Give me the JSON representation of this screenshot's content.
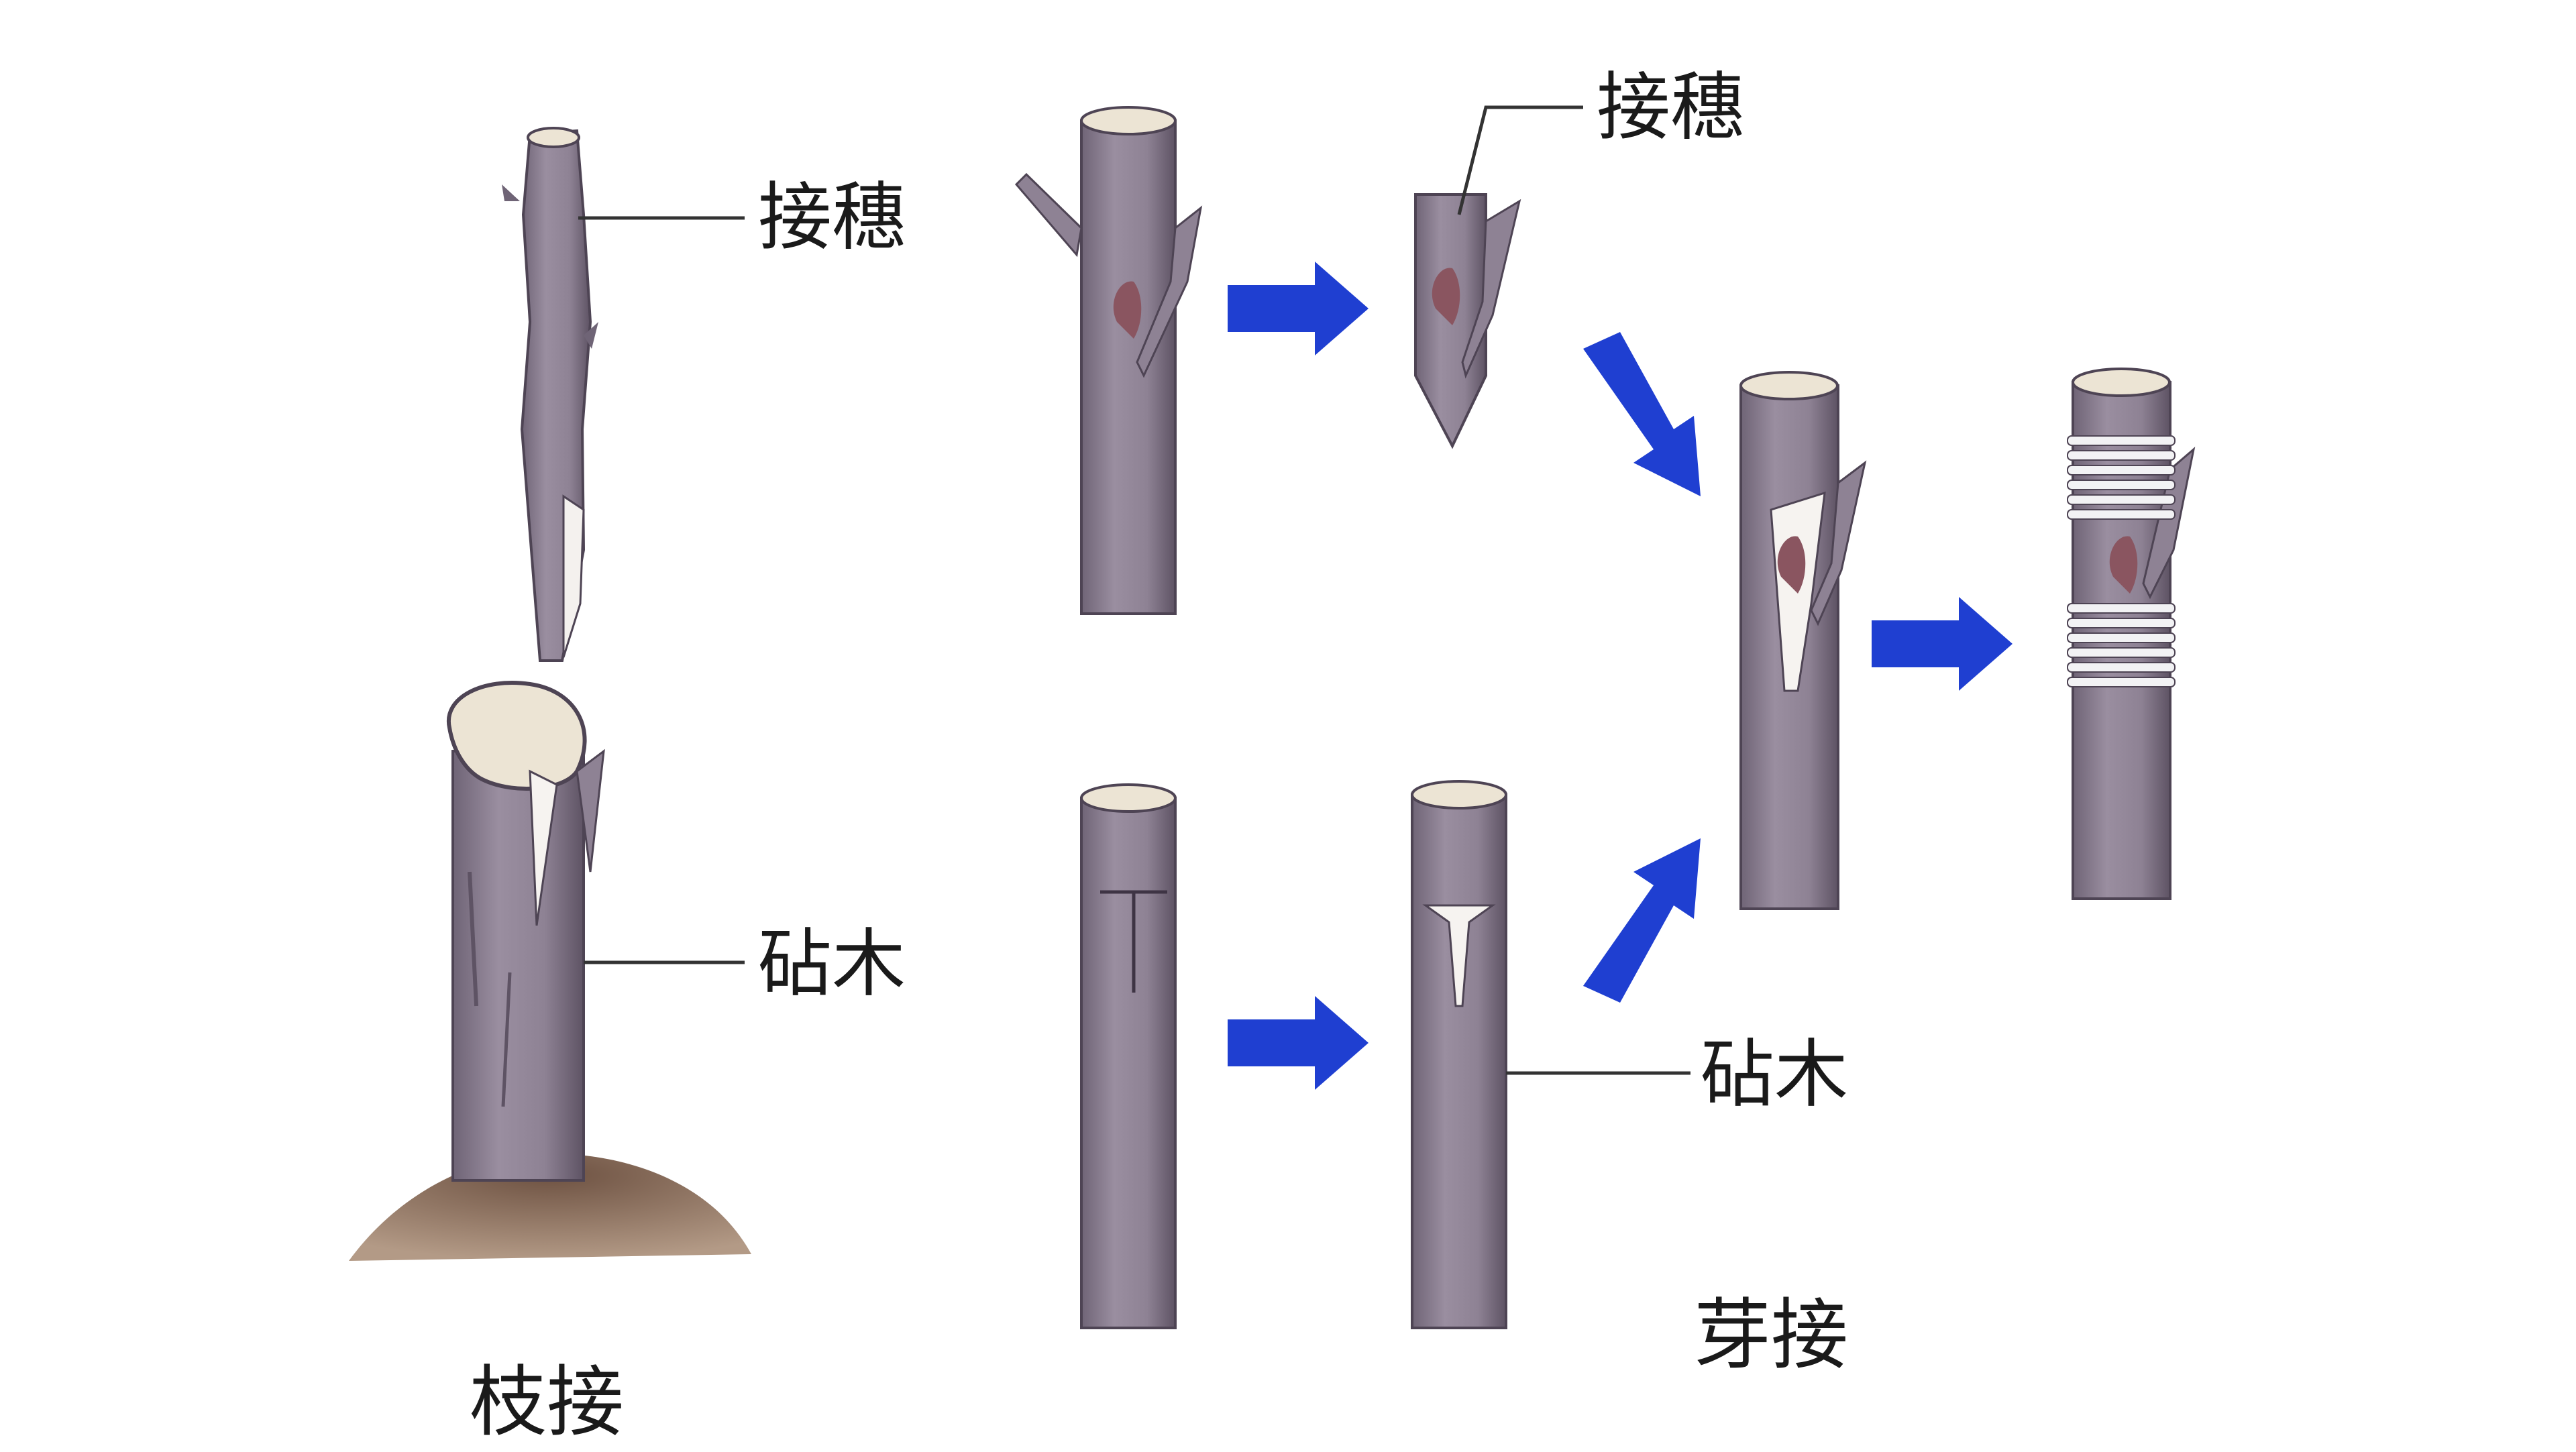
{
  "labels": {
    "scion_1": "接穗",
    "rootstock_1": "砧木",
    "scion_2": "接穗",
    "rootstock_2": "砧木"
  },
  "captions": {
    "branch_grafting": "枝接",
    "bud_grafting": "芽接"
  },
  "colors": {
    "bark": "#8e8294",
    "bark_dark": "#5e5364",
    "bark_shadow": "#6f6476",
    "cut_surface": "#ece4d4",
    "bud": "#8a5560",
    "soil": "#8d6e5a",
    "arrow": "#1f3fd1",
    "binding": "#f2f2f4",
    "leader": "#333333"
  },
  "icons": {
    "arrow": "right-arrow-icon",
    "diagonal_arrow": "diagonal-arrow-icon"
  }
}
